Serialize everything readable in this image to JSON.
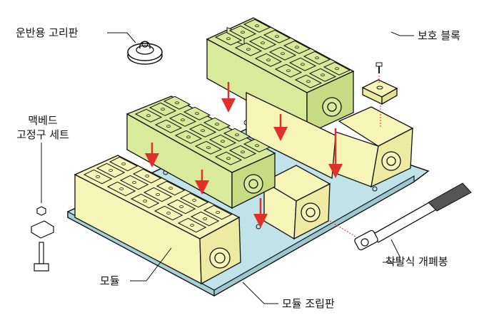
{
  "labels": {
    "lifting_ring": "운반용 고리판",
    "protective_block": "보호 블록",
    "clamp_set_line1": "맥베드",
    "clamp_set_line2": "고정구 세트",
    "removable_bar": "착탈식 개폐봉",
    "module": "모듈",
    "base_plate": "모듈 조립판"
  },
  "colors": {
    "base_plate": "#bfe3e8",
    "module_body": "#f7f4b8",
    "module_raised": "#d9ea9a",
    "arrow": "#e0302b",
    "outline": "#111111",
    "dashed_guide": "#e0302b"
  }
}
